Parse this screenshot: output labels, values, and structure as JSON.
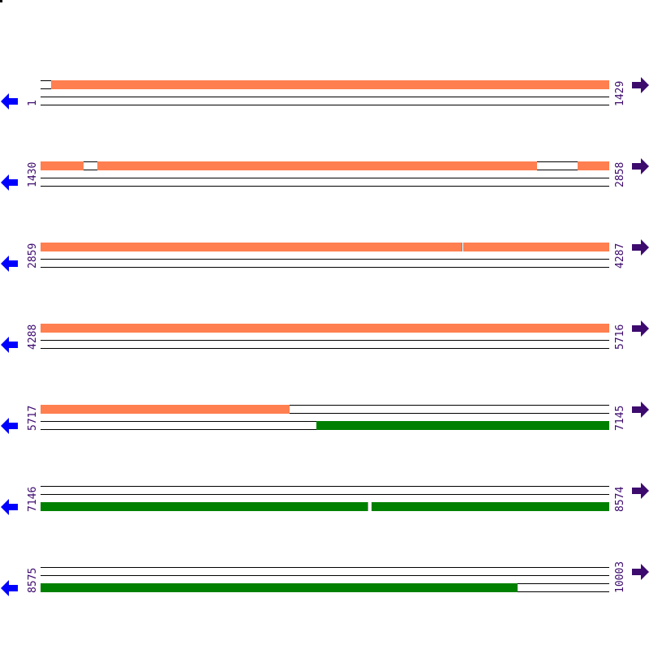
{
  "diagram": {
    "type": "sequence-coverage-map",
    "colors": {
      "forward_feature": "#ff7f50",
      "reverse_feature": "#008000",
      "label": "#3d0b6e",
      "left_arrow": "#0000ff",
      "right_arrow": "#3d0b6e",
      "track_line": "#000000"
    },
    "rows": [
      {
        "start": "1",
        "end": "1429"
      },
      {
        "start": "1430",
        "end": "2858"
      },
      {
        "start": "2859",
        "end": "4287"
      },
      {
        "start": "4288",
        "end": "5716"
      },
      {
        "start": "5717",
        "end": "7145"
      },
      {
        "start": "7146",
        "end": "8574"
      },
      {
        "start": "8575",
        "end": "10003"
      }
    ],
    "icons": {
      "left": "left-arrow-icon",
      "right": "right-arrow-icon"
    }
  }
}
